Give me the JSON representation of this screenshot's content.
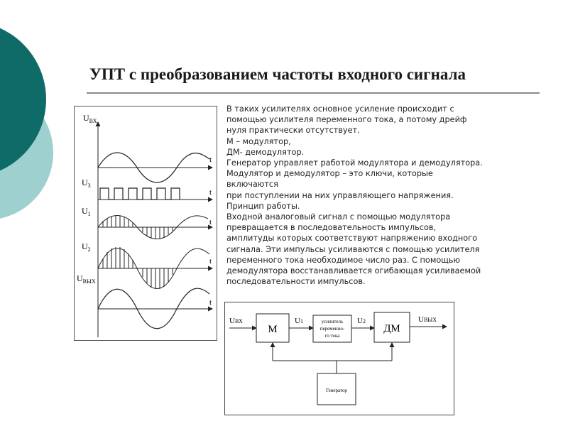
{
  "slide": {
    "title": "УПТ с преобразованием частоты входного сигнала",
    "colors": {
      "decor_dark": "#0f6b68",
      "decor_light": "#9fd0d0",
      "rule": "#8a8a8a"
    }
  },
  "waveforms": {
    "labels": {
      "u_in": "U",
      "u_in_sub": "ВХ",
      "u3": "U",
      "u3_sub": "3",
      "u1": "U",
      "u1_sub": "1",
      "u2": "U",
      "u2_sub": "2",
      "u_out": "U",
      "u_out_sub": "ВЫХ"
    },
    "time_label": "t"
  },
  "description": {
    "lines": [
      "В таких усилителях основное усиление происходит с",
      "помощью усилителя переменного тока, а потому дрейф",
      "нуля практически отсутствует.",
      "М – модулятор,",
      "ДМ- демодулятор.",
      "Генератор управляет работой модулятора и демодулятора.",
      "Модулятор и демодулятор – это ключи, которые",
      "включаются",
      "при поступлении на них управляющего напряжения.",
      "Принцип работы.",
      "Входной аналоговый сигнал с помощью модулятора",
      "превращается в последовательность импульсов,",
      "амплитуды которых соответствуют напряжению входного",
      "сигнала. Эти импульсы усиливаются с помощью усилителя",
      "переменного тока необходимое число раз. С помощью",
      "демодулятора восстанавливается огибающая усиливаемой",
      "последовательности импульсов."
    ]
  },
  "block_diagram": {
    "input_label": "U",
    "input_sub": "ВХ",
    "u1_label": "U",
    "u1_sub": "1",
    "u2_label": "U",
    "u2_sub": "2",
    "output_label": "U",
    "output_sub": "ВЫХ",
    "modulator": "М",
    "amplifier_lines": [
      "усилитель",
      "переменно-",
      "го тока"
    ],
    "demodulator": "ДМ",
    "generator": "Генератор"
  }
}
